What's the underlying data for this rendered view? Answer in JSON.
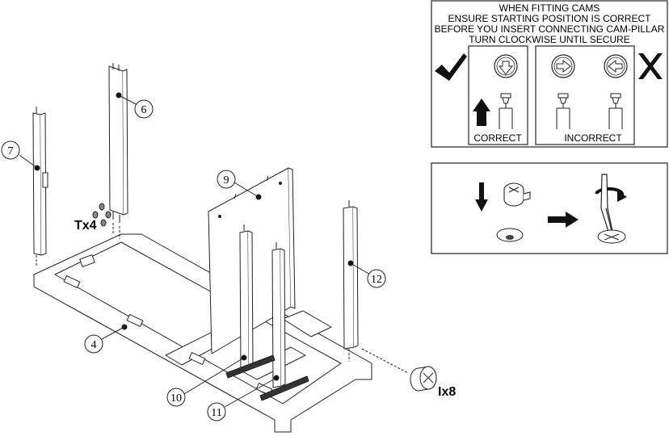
{
  "instructions": {
    "line1": "WHEN FITTING CAMS",
    "line2": "ENSURE STARTING POSITION IS CORRECT",
    "line3": "BEFORE YOU INSERT CONNECTING CAM-PILLAR",
    "line4": "TURN CLOCKWISE UNTIL SECURE",
    "correct_label": "CORRECT",
    "incorrect_label": "INCORRECT"
  },
  "parts": {
    "p4": "4",
    "p6": "6",
    "p7": "7",
    "p9": "9",
    "p10": "10",
    "p11": "11",
    "p12": "12"
  },
  "hardware": {
    "cam_pin_qty": "Tx4",
    "cam_lock_qty": "Ix8"
  },
  "icons": [
    "checkmark-icon",
    "cross-icon",
    "arrow-up-icon",
    "arrow-down-icon",
    "arrow-right-icon",
    "rotate-clockwise-icon",
    "screwdriver-icon",
    "cam-lock-icon"
  ]
}
